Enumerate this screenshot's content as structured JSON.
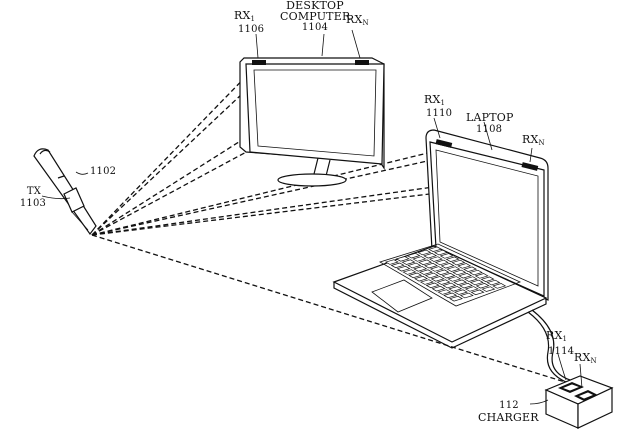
{
  "labels": {
    "desktop_title_1": "DESKTOP",
    "desktop_title_2": "COMPUTER",
    "desktop_ref": "1104",
    "desktop_rx1_base": "RX",
    "desktop_rx1_sub": "1",
    "desktop_rx1_ref": "1106",
    "desktop_rxn_base": "RX",
    "desktop_rxn_sub": "N",
    "laptop_title": "LAPTOP",
    "laptop_ref": "1108",
    "laptop_rx1_base": "RX",
    "laptop_rx1_sub": "1",
    "laptop_rx1_ref": "1110",
    "laptop_rxn_base": "RX",
    "laptop_rxn_sub": "N",
    "stylus_ref": "1102",
    "tx_label": "TX",
    "tx_ref": "1103",
    "charger_rx1_base": "RX",
    "charger_rx1_sub": "1",
    "charger_rx1_ref": "1114",
    "charger_rxn_base": "RX",
    "charger_rxn_sub": "N",
    "charger_ref": "112",
    "charger_title": "CHARGER"
  }
}
